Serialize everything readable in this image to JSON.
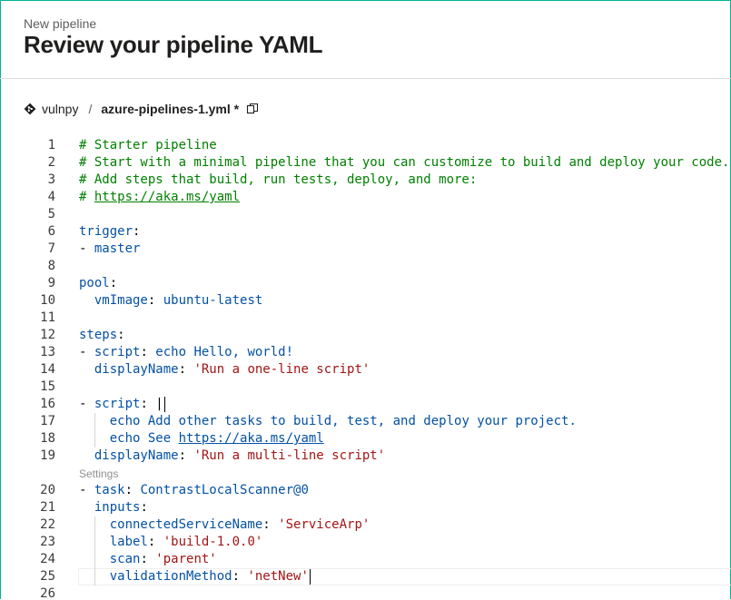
{
  "header": {
    "subtitle": "New pipeline",
    "title": "Review your pipeline YAML"
  },
  "breadcrumb": {
    "repo_icon": "git-repo-icon",
    "repo": "vulnpy",
    "separator": "/",
    "file": "azure-pipelines-1.yml *",
    "copy_icon": "copy-icon"
  },
  "codelens": {
    "settings": "Settings"
  },
  "lines": [
    {
      "n": "1",
      "seg": [
        [
          "cmt",
          "# Starter pipeline"
        ]
      ]
    },
    {
      "n": "2",
      "seg": [
        [
          "cmt",
          "# Start with a minimal pipeline that you can customize to build and deploy your code."
        ]
      ]
    },
    {
      "n": "3",
      "seg": [
        [
          "cmt",
          "# Add steps that build, run tests, deploy, and more:"
        ]
      ]
    },
    {
      "n": "4",
      "seg": [
        [
          "cmt",
          "# "
        ],
        [
          "cmt link",
          "https://aka.ms/yaml"
        ]
      ]
    },
    {
      "n": "5",
      "seg": []
    },
    {
      "n": "6",
      "seg": [
        [
          "key",
          "trigger"
        ],
        [
          "punct",
          ":"
        ]
      ]
    },
    {
      "n": "7",
      "seg": [
        [
          "punct",
          "- "
        ],
        [
          "txt",
          "master"
        ]
      ]
    },
    {
      "n": "8",
      "seg": []
    },
    {
      "n": "9",
      "seg": [
        [
          "key",
          "pool"
        ],
        [
          "punct",
          ":"
        ]
      ]
    },
    {
      "n": "10",
      "seg": [
        [
          "ws",
          "  "
        ],
        [
          "key",
          "vmImage"
        ],
        [
          "punct",
          ": "
        ],
        [
          "txt",
          "ubuntu-latest"
        ]
      ]
    },
    {
      "n": "11",
      "seg": []
    },
    {
      "n": "12",
      "seg": [
        [
          "key",
          "steps"
        ],
        [
          "punct",
          ":"
        ]
      ]
    },
    {
      "n": "13",
      "seg": [
        [
          "punct",
          "- "
        ],
        [
          "key",
          "script"
        ],
        [
          "punct",
          ": "
        ],
        [
          "txt",
          "echo Hello, world!"
        ]
      ]
    },
    {
      "n": "14",
      "seg": [
        [
          "ws",
          "  "
        ],
        [
          "key",
          "displayName"
        ],
        [
          "punct",
          ": "
        ],
        [
          "str",
          "'Run a one-line script'"
        ]
      ]
    },
    {
      "n": "15",
      "seg": []
    },
    {
      "n": "16",
      "seg": [
        [
          "punct",
          "- "
        ],
        [
          "key",
          "script"
        ],
        [
          "punct",
          ": "
        ],
        [
          "punct",
          "|"
        ]
      ]
    },
    {
      "n": "17",
      "seg": [
        [
          "ws",
          "    "
        ],
        [
          "txt",
          "echo Add other tasks to build, test, and deploy your project."
        ]
      ]
    },
    {
      "n": "18",
      "seg": [
        [
          "ws",
          "    "
        ],
        [
          "txt",
          "echo See "
        ],
        [
          "txt link",
          "https://aka.ms/yaml"
        ]
      ]
    },
    {
      "n": "19",
      "seg": [
        [
          "ws",
          "  "
        ],
        [
          "key",
          "displayName"
        ],
        [
          "punct",
          ": "
        ],
        [
          "str",
          "'Run a multi-line script'"
        ]
      ]
    },
    {
      "n": "20",
      "seg": [
        [
          "punct",
          "- "
        ],
        [
          "key",
          "task"
        ],
        [
          "punct",
          ": "
        ],
        [
          "txt",
          "ContrastLocalScanner@0"
        ]
      ]
    },
    {
      "n": "21",
      "seg": [
        [
          "ws",
          "  "
        ],
        [
          "key",
          "inputs"
        ],
        [
          "punct",
          ":"
        ]
      ]
    },
    {
      "n": "22",
      "seg": [
        [
          "ws",
          "    "
        ],
        [
          "key",
          "connectedServiceName"
        ],
        [
          "punct",
          ": "
        ],
        [
          "str",
          "'ServiceArp'"
        ]
      ]
    },
    {
      "n": "23",
      "seg": [
        [
          "ws",
          "    "
        ],
        [
          "key",
          "label"
        ],
        [
          "punct",
          ": "
        ],
        [
          "str",
          "'build-1.0.0'"
        ]
      ]
    },
    {
      "n": "24",
      "seg": [
        [
          "ws",
          "    "
        ],
        [
          "key",
          "scan"
        ],
        [
          "punct",
          ": "
        ],
        [
          "str",
          "'parent'"
        ]
      ]
    },
    {
      "n": "25",
      "seg": [
        [
          "ws",
          "    "
        ],
        [
          "key",
          "validationMethod"
        ],
        [
          "punct",
          ": "
        ],
        [
          "str",
          "'netNew'"
        ]
      ]
    },
    {
      "n": "26",
      "seg": []
    }
  ]
}
